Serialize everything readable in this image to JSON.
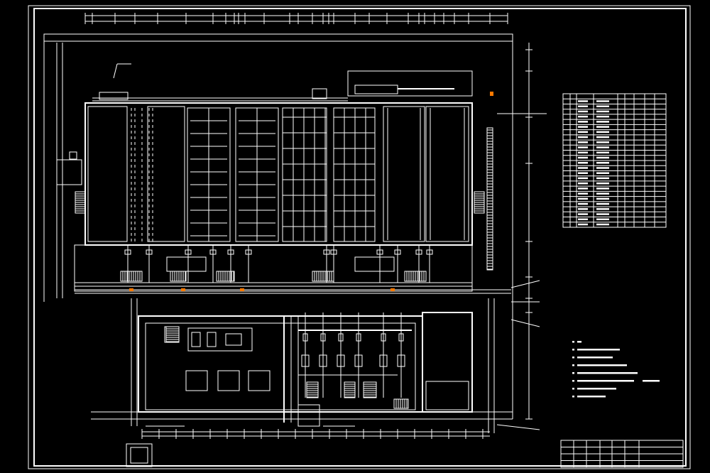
{
  "drawing": {
    "background": "#000000",
    "line_color": "#ffffff",
    "accent_color": "#ffe600",
    "highlight_color": "#ff7a00"
  },
  "table": {
    "rows": 26,
    "cols": 9
  },
  "notes": {
    "lines": 8
  },
  "title_block": {
    "rows": 4
  }
}
